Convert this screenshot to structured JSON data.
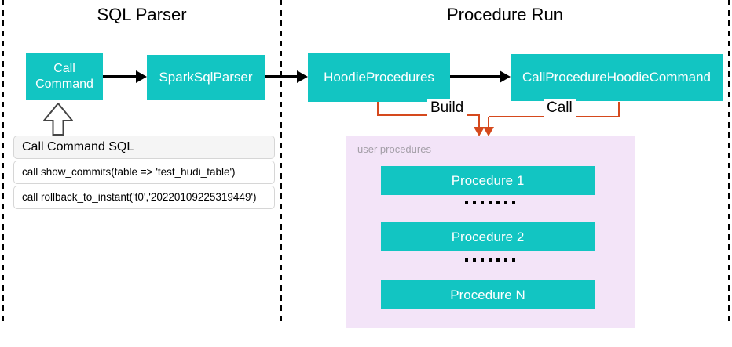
{
  "colors": {
    "teal": "#12C5C2",
    "orange": "#D5491D",
    "purple_bg": "#F3E4F8",
    "muted_label": "#A49FA8",
    "panel_border": "#D6D6D6",
    "panel_header_bg": "#F5F5F5"
  },
  "sections": {
    "left_title": "SQL Parser",
    "right_title": "Procedure Run"
  },
  "nodes": {
    "call_command": "Call Command",
    "spark_sql_parser": "SparkSqlParser",
    "hoodie_procedures": "HoodieProcedures",
    "call_procedure_hoodie_command": "CallProcedureHoodieCommand"
  },
  "sql_panel": {
    "title": "Call Command SQL",
    "rows": [
      "call show_commits(table => 'test_hudi_table')",
      "call rollback_to_instant('t0','20220109225319449')"
    ]
  },
  "edges": {
    "build_label": "Build",
    "call_label": "Call"
  },
  "user_procedures": {
    "label": "user procedures",
    "items": [
      "Procedure 1",
      "Procedure 2",
      "Procedure N"
    ]
  }
}
